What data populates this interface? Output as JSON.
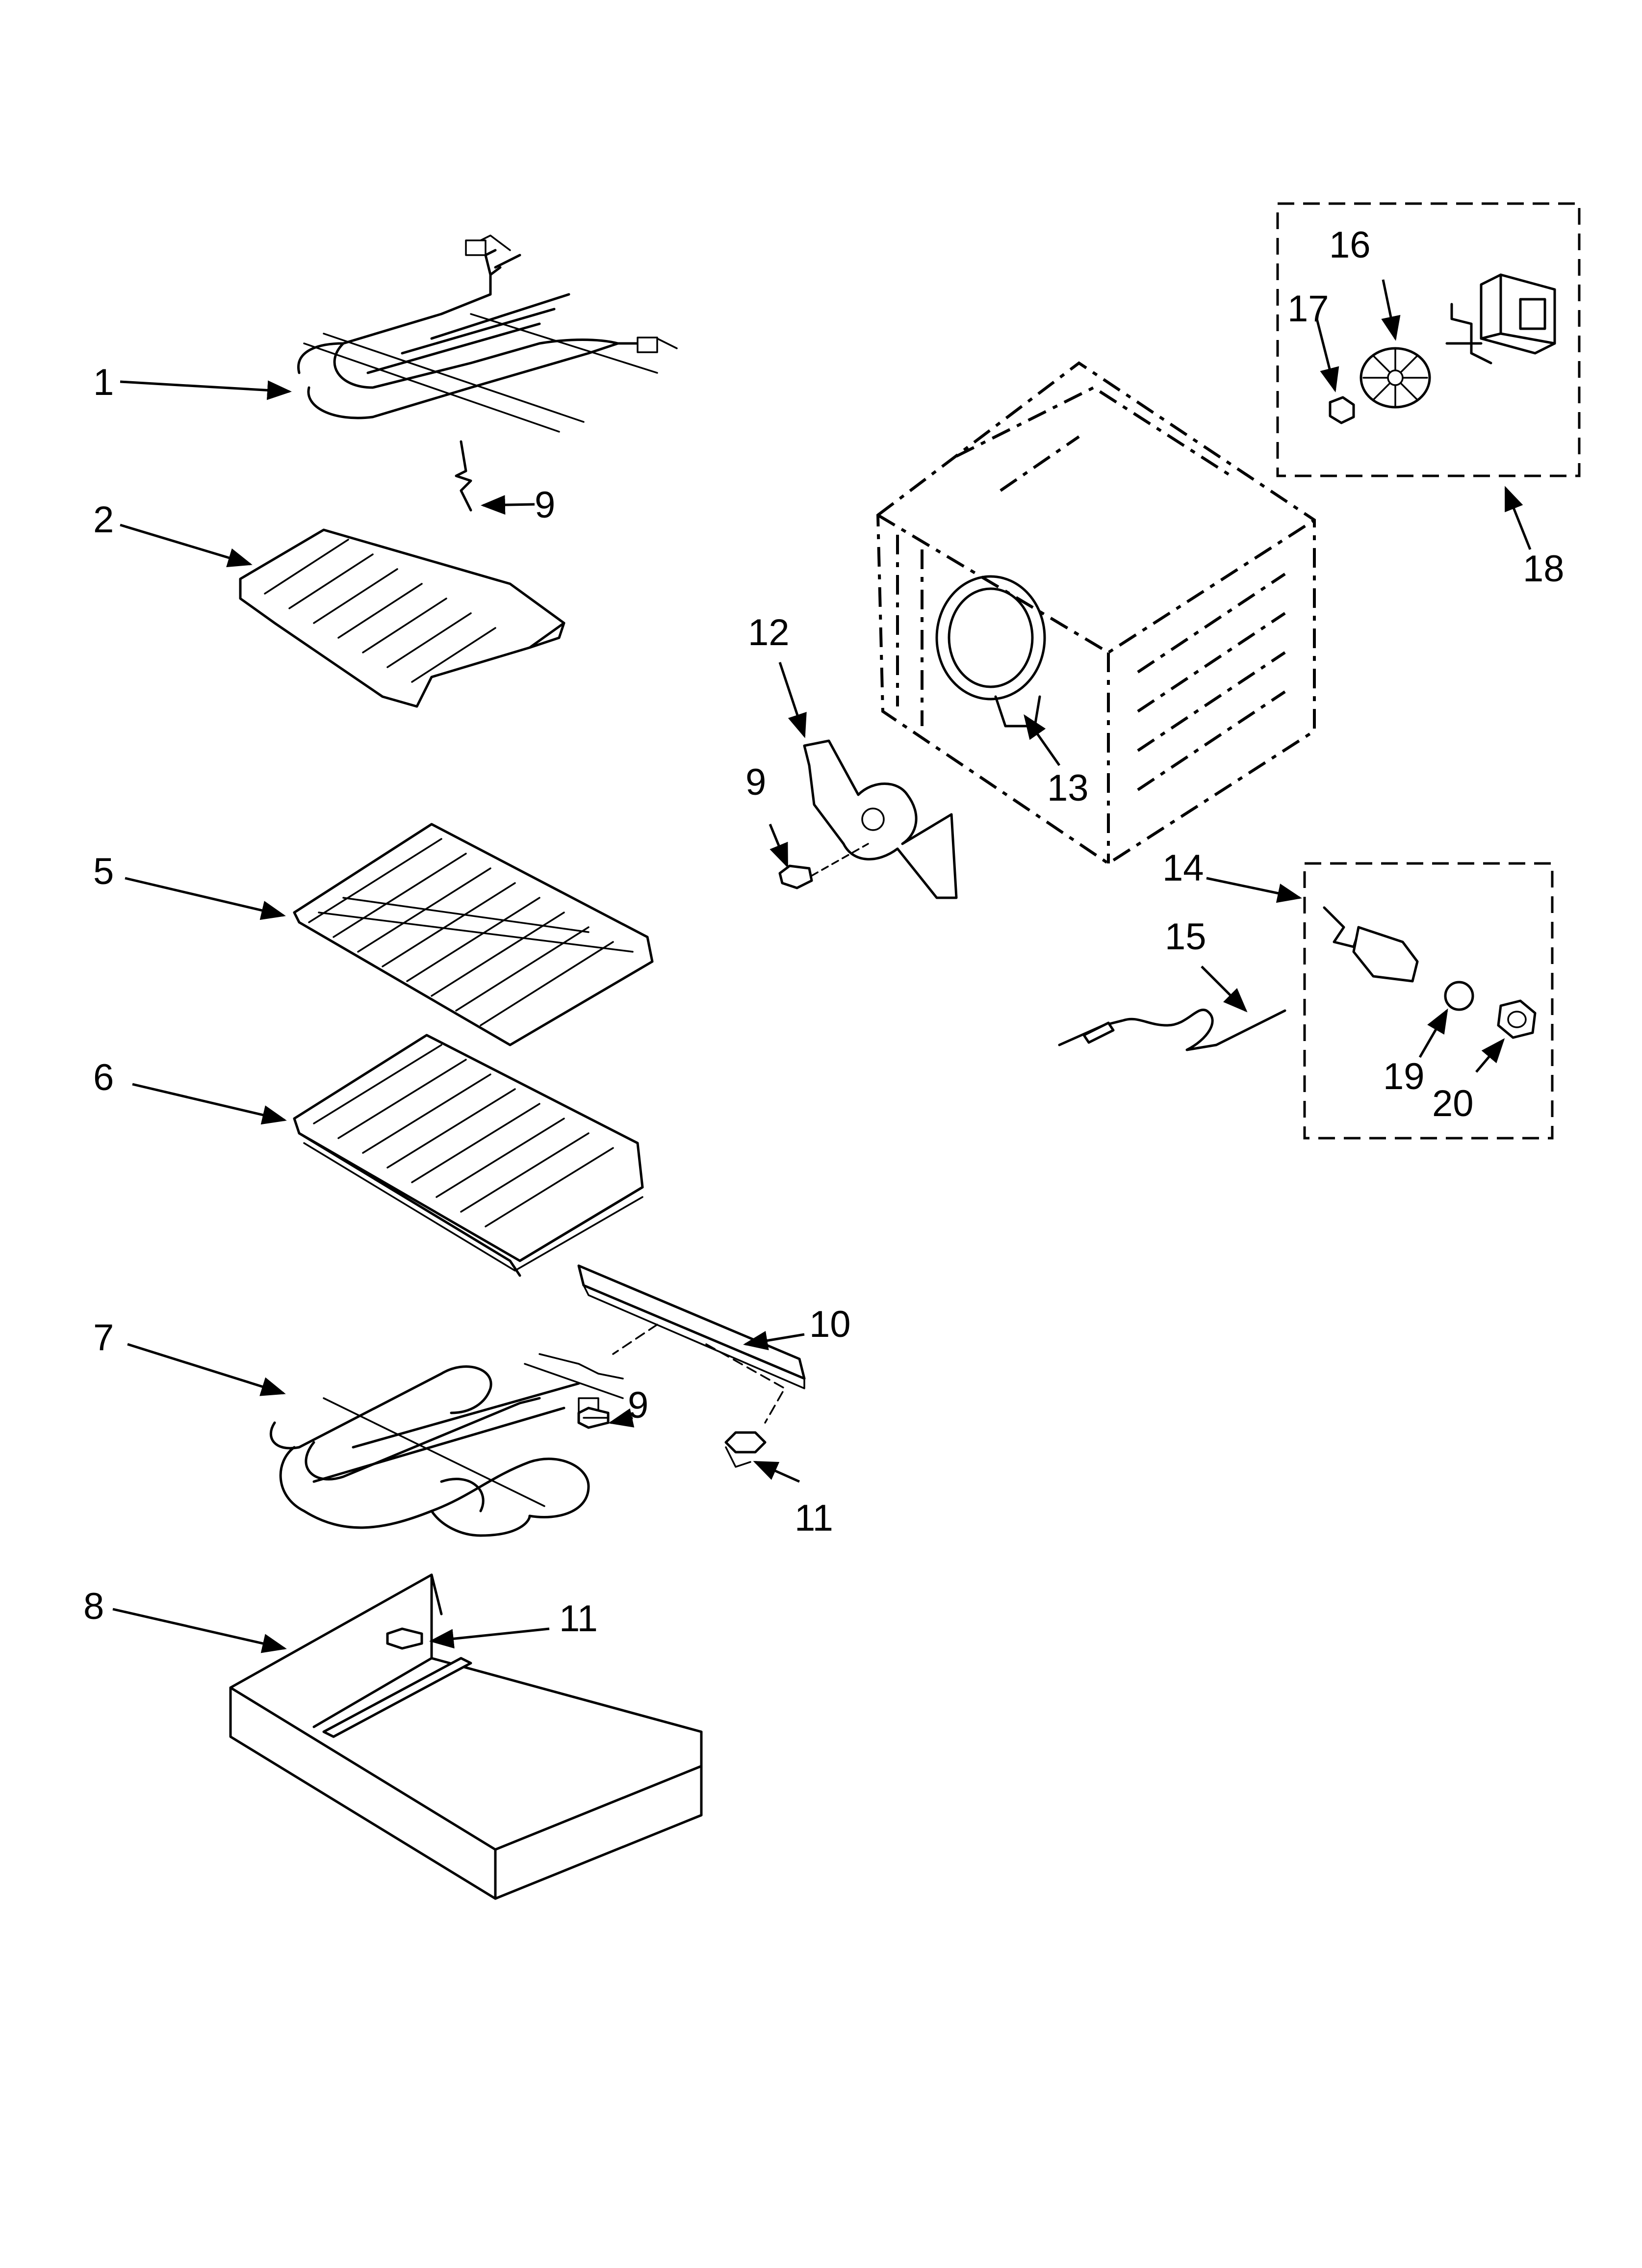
{
  "diagram": {
    "callouts": [
      {
        "id": "c1",
        "label": "1"
      },
      {
        "id": "c2",
        "label": "2"
      },
      {
        "id": "c5",
        "label": "5"
      },
      {
        "id": "c6",
        "label": "6"
      },
      {
        "id": "c7",
        "label": "7"
      },
      {
        "id": "c8",
        "label": "8"
      },
      {
        "id": "c9a",
        "label": "9"
      },
      {
        "id": "c9b",
        "label": "9"
      },
      {
        "id": "c9c",
        "label": "9"
      },
      {
        "id": "c10",
        "label": "10"
      },
      {
        "id": "c11a",
        "label": "11"
      },
      {
        "id": "c11b",
        "label": "11"
      },
      {
        "id": "c12",
        "label": "12"
      },
      {
        "id": "c13",
        "label": "13"
      },
      {
        "id": "c14",
        "label": "14"
      },
      {
        "id": "c15",
        "label": "15"
      },
      {
        "id": "c16",
        "label": "16"
      },
      {
        "id": "c17",
        "label": "17"
      },
      {
        "id": "c18",
        "label": "18"
      },
      {
        "id": "c19",
        "label": "19"
      },
      {
        "id": "c20",
        "label": "20"
      }
    ]
  }
}
